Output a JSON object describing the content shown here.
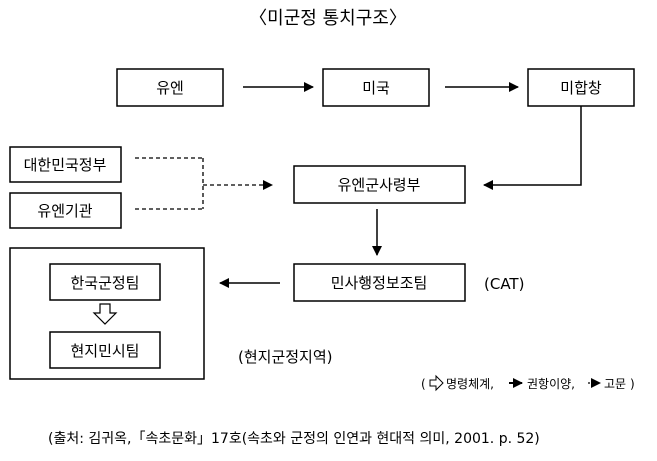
{
  "title": "〈미군정 통치구조〉",
  "nodes": {
    "un": "유엔",
    "usa": "미국",
    "jcs": "미합창",
    "korea_gov": "대한민국정부",
    "un_agency": "유엔기관",
    "unc": "유엔군사령부",
    "cat": "민사행정보조팀",
    "cat_abbr": "(CAT)",
    "civil_team": "한국군정팀",
    "local_team": "현지민시팀"
  },
  "region_label": "(현지군정지역)",
  "legend": {
    "open_paren": "(",
    "command": "명령체계,",
    "advice": "권항이양,",
    "advisory": "고문",
    "close_paren": ")"
  },
  "source": "(출처: 김귀옥,「속초문화」17호(속초와 군정의 인연과 현대적 의미, 2001. p. 52)"
}
